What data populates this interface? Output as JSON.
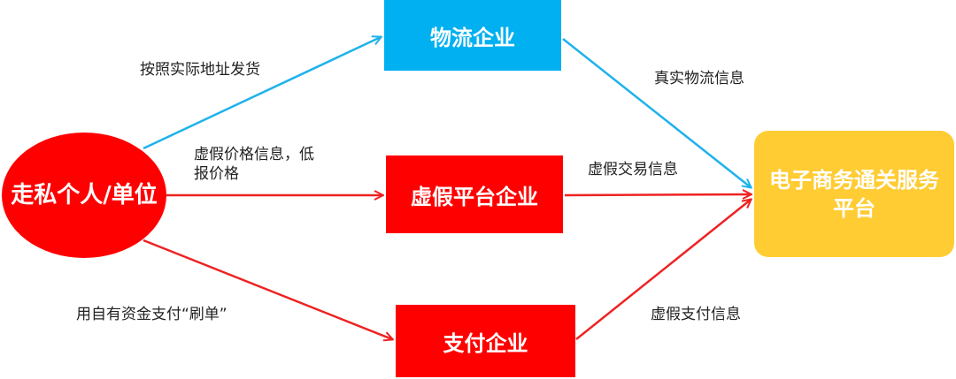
{
  "colors": {
    "red": "#ff0000",
    "blue": "#00b0f0",
    "gold": "#ffcc33",
    "blue_arrow": "#1fb2ec",
    "red_arrow": "#ee2222"
  },
  "nodes": {
    "smuggler": "走私个人/单位",
    "logistics": "物流企业",
    "fake_platform": "虚假平台企业",
    "payment": "支付企业",
    "ecommerce": "电子商务通关服务平台"
  },
  "edges": {
    "ship_by_address": "按照实际地址发货",
    "fake_price_line1": "虚假价格信息，低",
    "fake_price_line2": "报价格",
    "self_fund_payment": "用自有资金支付“刷单”",
    "real_logistics_info": "真实物流信息",
    "fake_trade_info": "虚假交易信息",
    "fake_payment_info": "虚假支付信息"
  }
}
